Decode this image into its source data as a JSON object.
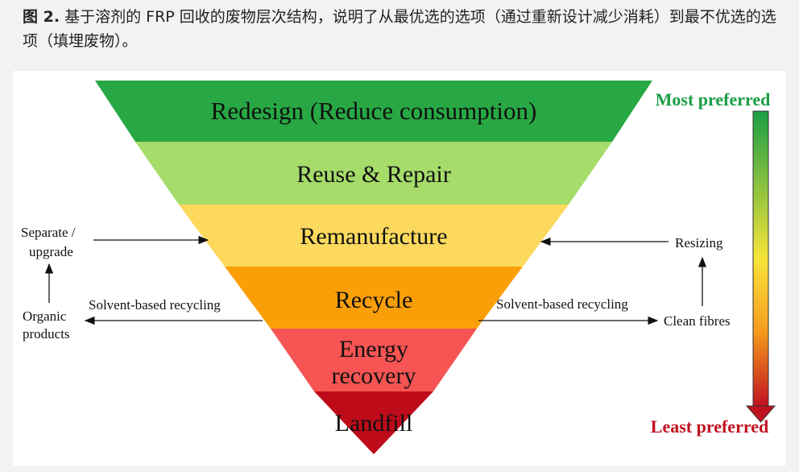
{
  "caption": {
    "label": "图 2.",
    "text": "基于溶剂的 FRP 回收的废物层次结构，说明了从最优选的选项（通过重新设计减少消耗）到最不优选的选项（填埋废物）。"
  },
  "hierarchy": {
    "levels": [
      {
        "label": "Redesign (Reduce consumption)",
        "color": "#27a844"
      },
      {
        "label": "Reuse & Repair",
        "color": "#a5dc6a"
      },
      {
        "label": "Remanufacture",
        "color": "#fcd95c"
      },
      {
        "label": "Recycle",
        "color": "#fb9f08"
      },
      {
        "label_line1": "Energy",
        "label_line2": "recovery",
        "color": "#f75454"
      },
      {
        "label": "Landfill",
        "color": "#be0b1a"
      }
    ]
  },
  "scale": {
    "top_label": "Most preferred",
    "bottom_label": "Least preferred",
    "top_color": "#1a9e45",
    "bottom_color": "#c1121f"
  },
  "left_flow": {
    "separate_line1": "Separate /",
    "separate_line2": "upgrade",
    "organic_line1": "Organic",
    "organic_line2": "products",
    "solvent_label": "Solvent-based recycling"
  },
  "right_flow": {
    "resizing": "Resizing",
    "clean_fibres": "Clean fibres",
    "solvent_label": "Solvent-based recycling"
  }
}
